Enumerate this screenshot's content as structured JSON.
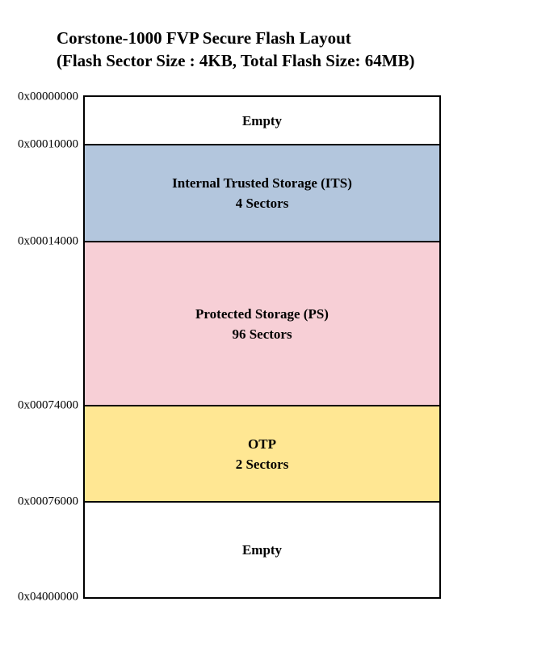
{
  "title": {
    "line1": "Corstone-1000 FVP Secure Flash Layout",
    "line2": "(Flash Sector Size : 4KB, Total Flash Size: 64MB)"
  },
  "diagram": {
    "regions": [
      {
        "label": "Empty",
        "sectors": "",
        "start_address": "0x00000000",
        "color": "#ffffff"
      },
      {
        "label": "Internal Trusted Storage (ITS)",
        "sectors": "4 Sectors",
        "start_address": "0x00010000",
        "color": "#b3c6dd"
      },
      {
        "label": "Protected Storage (PS)",
        "sectors": "96 Sectors",
        "start_address": "0x00014000",
        "color": "#f7cfd6"
      },
      {
        "label": "OTP",
        "sectors": "2 Sectors",
        "start_address": "0x00074000",
        "color": "#ffe793"
      },
      {
        "label": "Empty",
        "sectors": "",
        "start_address": "0x00076000",
        "color": "#ffffff"
      }
    ],
    "end_address": "0x04000000",
    "border_color": "#000000"
  }
}
